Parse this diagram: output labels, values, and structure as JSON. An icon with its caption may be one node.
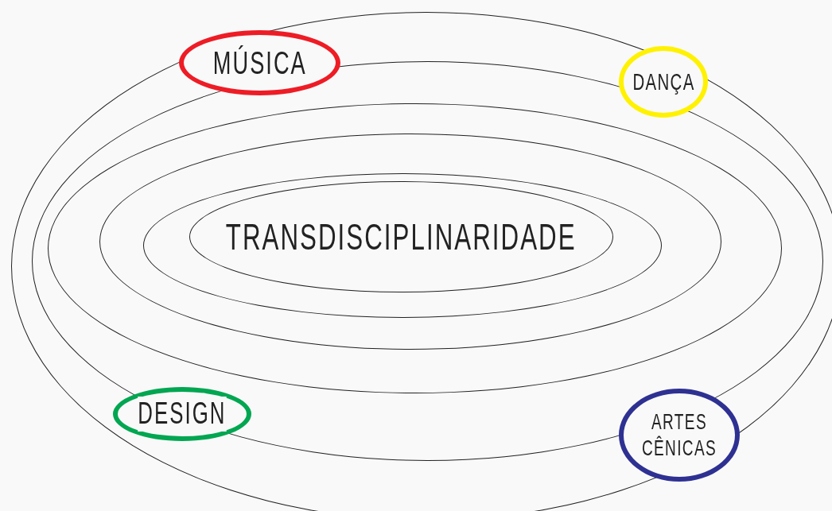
{
  "diagram": {
    "nodes": [
      {
        "text": [],
        "shape": "ellipse"
      },
      {
        "text": [],
        "shape": "ellipse",
        "in": 0
      },
      {
        "text": [],
        "shape": "ellipse",
        "in": 1
      },
      {
        "text": [],
        "shape": "ellipse",
        "in": 2
      },
      {
        "text": [],
        "shape": "ellipse",
        "in": 3
      },
      {
        "text": [
          "TRANSDISCIPLINARIDADE"
        ],
        "in": 4
      },
      {
        "text": [
          "MÚSICA"
        ],
        "in": 0
      },
      {
        "text": [
          "DANÇA"
        ],
        "in": 0
      },
      {
        "text": [
          "DESIGN"
        ],
        "in": 1
      },
      {
        "text": [
          "ARTES CÊNICAS"
        ],
        "in": 0
      }
    ],
    "edges": []
  }
}
